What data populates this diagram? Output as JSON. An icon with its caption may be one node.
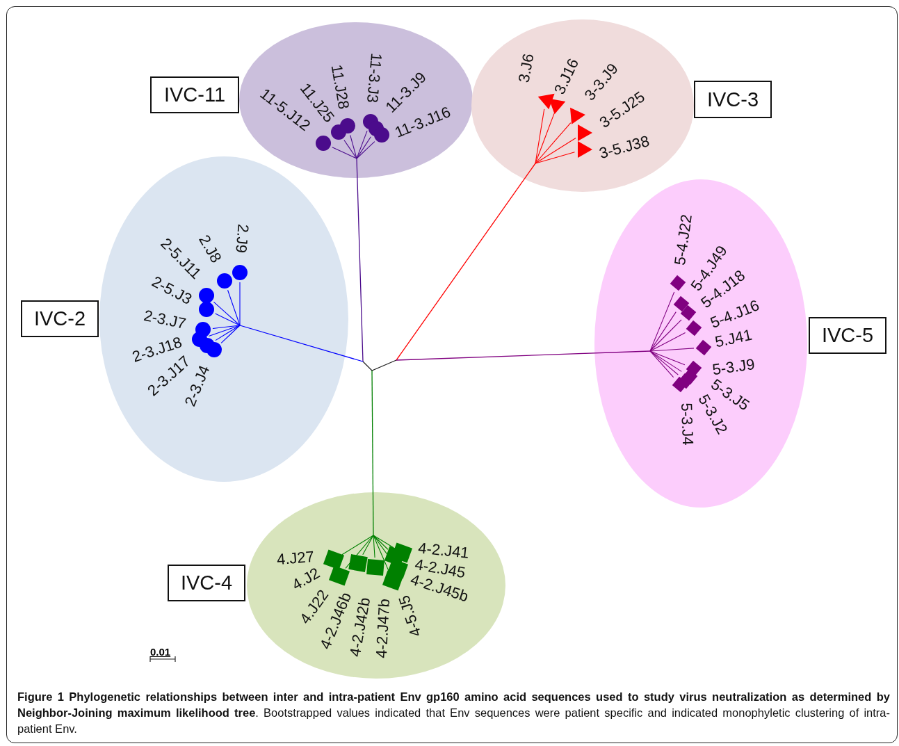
{
  "diagram": {
    "caption": "**Figure 1 Phylogenetic relationships between inter and intra-patient Env gp160 amino acid sequences used to study virus neutralization as determined by Neighbor-Joining maximum likelihood tree**. Bootstrapped values indicated that Env sequences were patient specific and indicated monophyletic clustering of intra-patient Env.",
    "nodes": [
      {
        "text": [
          "IVC-11"
        ]
      },
      {
        "text": [
          "11-5.J12",
          "11.J25",
          "11.J28",
          "11-3.J3",
          "11-3.J9",
          "11-3.J16"
        ]
      },
      {
        "text": [
          "3.J6",
          "3.J16",
          "3-3.J9",
          "3-5.J25",
          "3-5.J38"
        ]
      },
      {
        "text": [
          "IVC-3"
        ]
      },
      {
        "text": [
          "IVC-2"
        ]
      },
      {
        "text": [
          "2.J9",
          "2.J8",
          "2-5.J11",
          "2-5.J3",
          "2-3.J7",
          "2-3.J18",
          "2-3.J17",
          "2-3.J4"
        ]
      },
      {
        "text": [
          "5-4.J22",
          "5-4.J49",
          "5-4.J18",
          "5-4.J16",
          "5.J41",
          "5-3.J9",
          "5-3.J5",
          "5-3.J2",
          "5-3.J4"
        ]
      },
      {
        "text": [
          "IVC-5"
        ]
      },
      {
        "text": [
          "IVC-4"
        ]
      },
      {
        "text": [
          "4.J27",
          "4.J2",
          "4.J22",
          "4-2.J46b",
          "4-2.J42b",
          "4-2.J47b",
          "4-5.J5",
          "4-2.J41",
          "4-2.J45",
          "4-2.J45b"
        ]
      }
    ],
    "labels": [
      "0.01"
    ]
  }
}
